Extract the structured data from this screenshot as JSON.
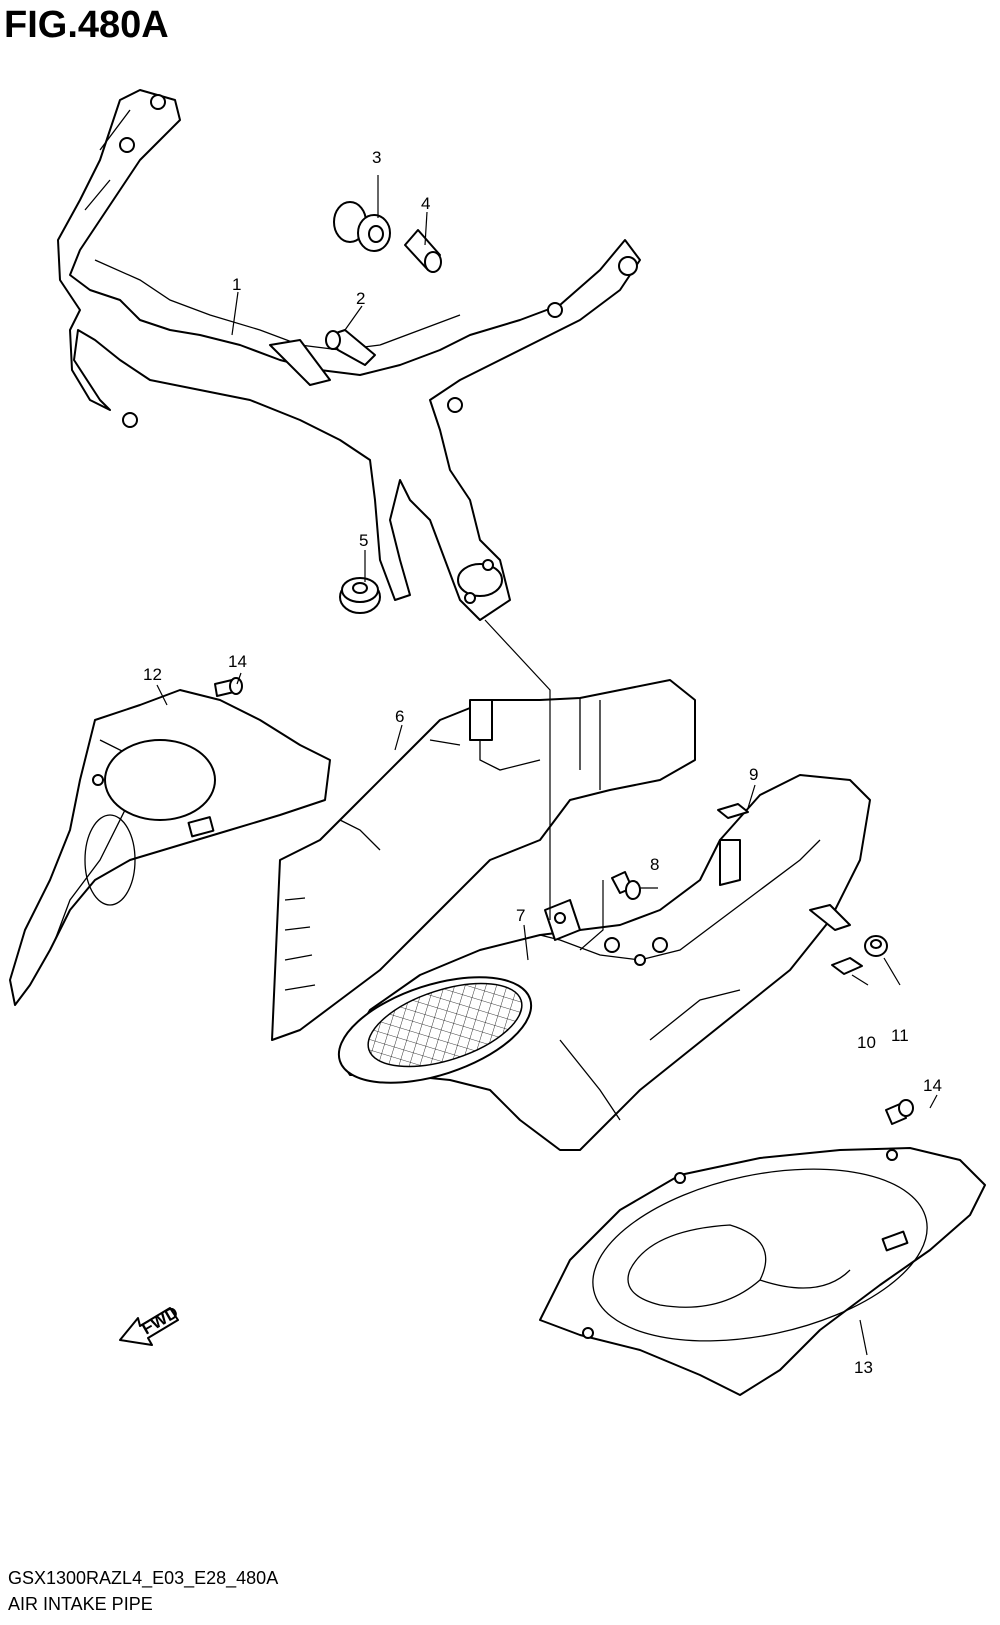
{
  "figure": {
    "title": "FIG.480A",
    "model_code": "GSX1300RAZL4_E03_E28_480A",
    "name": "AIR INTAKE PIPE"
  },
  "callouts": {
    "c1": "1",
    "c2": "2",
    "c3": "3",
    "c4": "4",
    "c5": "5",
    "c6": "6",
    "c7": "7",
    "c8": "8",
    "c9": "9",
    "c10": "10",
    "c11": "11",
    "c12": "12",
    "c13": "13",
    "c14a": "14",
    "c14b": "14"
  },
  "direction_arrow": {
    "label": "FWD"
  }
}
